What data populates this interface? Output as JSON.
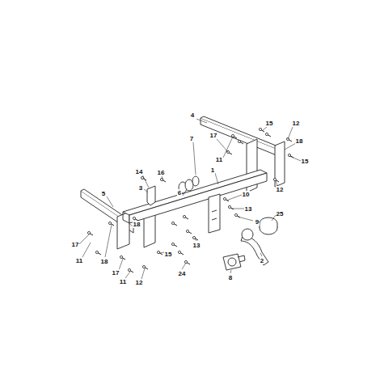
{
  "diagram": {
    "labels": [
      "4",
      "15",
      "12",
      "17",
      "18",
      "7",
      "11",
      "15",
      "1",
      "14",
      "16",
      "3",
      "6",
      "12",
      "5",
      "10",
      "13",
      "25",
      "9",
      "18",
      "17",
      "13",
      "15",
      "11",
      "18",
      "2",
      "17",
      "24",
      "8",
      "11",
      "12"
    ]
  }
}
